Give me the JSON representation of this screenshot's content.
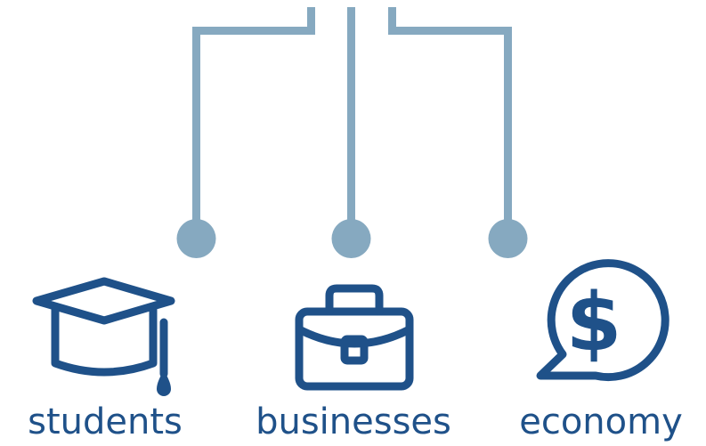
{
  "colors": {
    "connector": "#86a9c0",
    "icon": "#1f5189",
    "label": "#1f5189"
  },
  "items": [
    {
      "label": "students",
      "icon": "graduation-cap-icon"
    },
    {
      "label": "businesses",
      "icon": "briefcase-icon"
    },
    {
      "label": "economy",
      "icon": "dollar-speech-bubble-icon"
    }
  ]
}
